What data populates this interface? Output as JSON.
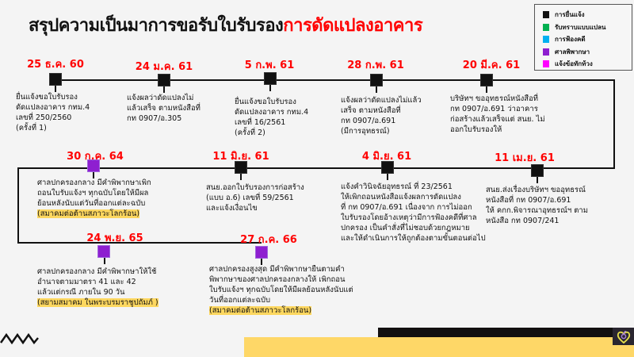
{
  "header": {
    "title_black": "สรุปความเป็นมาการขอรับใบรับรอง",
    "title_red": "การดัดแปลงอาคาร"
  },
  "legend": {
    "items": [
      {
        "label": "การยื่นแจ้ง",
        "color": "#111111"
      },
      {
        "label": "รับทราบแบบแปลน",
        "color": "#00b050"
      },
      {
        "label": "การฟ้องคดี",
        "color": "#00b0f0"
      },
      {
        "label": "ศาลพิพากษา",
        "color": "#8e1fd0"
      },
      {
        "label": "แจ้งข้อทักท้วง",
        "color": "#ff00ff"
      }
    ]
  },
  "timeline": {
    "events": [
      {
        "date": "25 ธ.ค. 60",
        "type": "การยื่นแจ้ง",
        "lines": [
          "ยื่นแจ้งขอใบรับรอง",
          "ดัดแปลงอาคาร กทม.4",
          "เลขที่ 250/2560",
          "(ครั้งที่ 1)"
        ]
      },
      {
        "date": "24 ม.ค. 61",
        "type": "การยื่นแจ้ง",
        "lines": [
          "แจ้งผลว่าดัดแปลงไม่",
          "แล้วเสร็จ ตามหนังสือที่",
          "กท 0907/อ.305"
        ]
      },
      {
        "date": "5 ก.พ. 61",
        "type": "การยื่นแจ้ง",
        "lines": [
          "ยื่นแจ้งขอใบรับรอง",
          "ดัดแปลงอาคาร กทม.4",
          "เลขที่ 16/2561",
          "(ครั้งที่ 2)"
        ]
      },
      {
        "date": "28 ก.พ. 61",
        "type": "การยื่นแจ้ง",
        "lines": [
          "แจ้งผลว่าดัดแปลงไม่แล้ว",
          "เสร็จ ตามหนังสือที่",
          "กท 0907/อ.691",
          "(มีการอุทธรณ์)"
        ]
      },
      {
        "date": "20 มี.ค. 61",
        "type": "การยื่นแจ้ง",
        "lines": [
          "บริษัทฯ ขออุทธรณ์หนังสือที่",
          "กท 0907/อ.691 ว่าอาคาร",
          "ก่อสร้างแล้วเสร็จแต่ สนย. ไม่",
          "ออกใบรับรองให้"
        ]
      },
      {
        "date": "11 เม.ย. 61",
        "type": "การยื่นแจ้ง",
        "lines": [
          "สนย.ส่งเรื่องบริษัทฯ ขออุทธรณ์",
          "หนังสือที่ กท 0907/อ.691",
          "ให้ คกก.พิจารณาอุทธรณ์ฯ ตาม",
          "หนังสือ กท 0907/241"
        ]
      },
      {
        "date": "4 มิ.ย. 61",
        "type": "การยื่นแจ้ง",
        "lines": [
          "แจ้งคำวินิจฉัยอุทธรณ์ ที่  23/2561",
          "ให้เพิกถอนหนังสือแจ้งผลการดัดแปลง",
          "ที่ กท 0907/อ.691 เนื่องจาก การไม่ออก",
          "ใบรับรองโดยอ้างเหตุว่ามีการฟ้องคดีที่ศาล",
          "ปกครอง เป็นคำสั่งที่ไม่ชอบด้วยกฎหมาย",
          "และให้ดำเนินการให้ถูกต้องตามขั้นตอนต่อไป"
        ]
      },
      {
        "date": "11 มิ.ย. 61",
        "type": "การยื่นแจ้ง",
        "lines": [
          "สนย.ออกใบรับรองการก่อสร้าง",
          "(แบบ อ.6) เลขที่ 59/2561",
          "และแจ้งเงื่อนไข"
        ]
      },
      {
        "date": "30 ก.ค. 64",
        "type": "ศาลพิพากษา",
        "lines": [
          "ศาลปกครองกลาง มีคำพิพากษาเพิก",
          "ถอนใบรับแจ้งฯ ทุกฉบับโดยให้มีผล",
          "ย้อนหลังนับแต่วันที่ออกแต่ละฉบับ"
        ],
        "highlight": "(สมาคมต่อต้านสภาวะโลกร้อน)"
      },
      {
        "date": "24 พ.ย. 65",
        "type": "ศาลพิพากษา",
        "lines": [
          "ศาลปกครองกลาง มีคำพิพากษาให้ใช้",
          "อำนาจตามมาตรา 41 และ 42",
          "แล้วแต่กรณี ภายใน 90 วัน"
        ],
        "highlight": "(สยามสมาคม ในพระบรมราชูปถัมภ์ )"
      },
      {
        "date": "27 ก.ค. 66",
        "type": "ศาลพิพากษา",
        "lines": [
          "ศาลปกครองสูงสุด มีคำพิพากษายืนตามคำ",
          "พิพากษาของศาลปกครองกลางให้ เพิกถอน",
          "ใบรับแจ้งฯ ทุกฉบับโดยให้มีผลย้อนหลังนับแต่",
          "วันที่ออกแต่ละฉบับ"
        ],
        "highlight": "(สมาคมต่อต้านสภาวะโลกร้อน)"
      }
    ]
  },
  "colors": {
    "date": "#ff0000",
    "highlight": "#fdd75f",
    "judgment": "#8e1fd0",
    "filing": "#111111"
  }
}
